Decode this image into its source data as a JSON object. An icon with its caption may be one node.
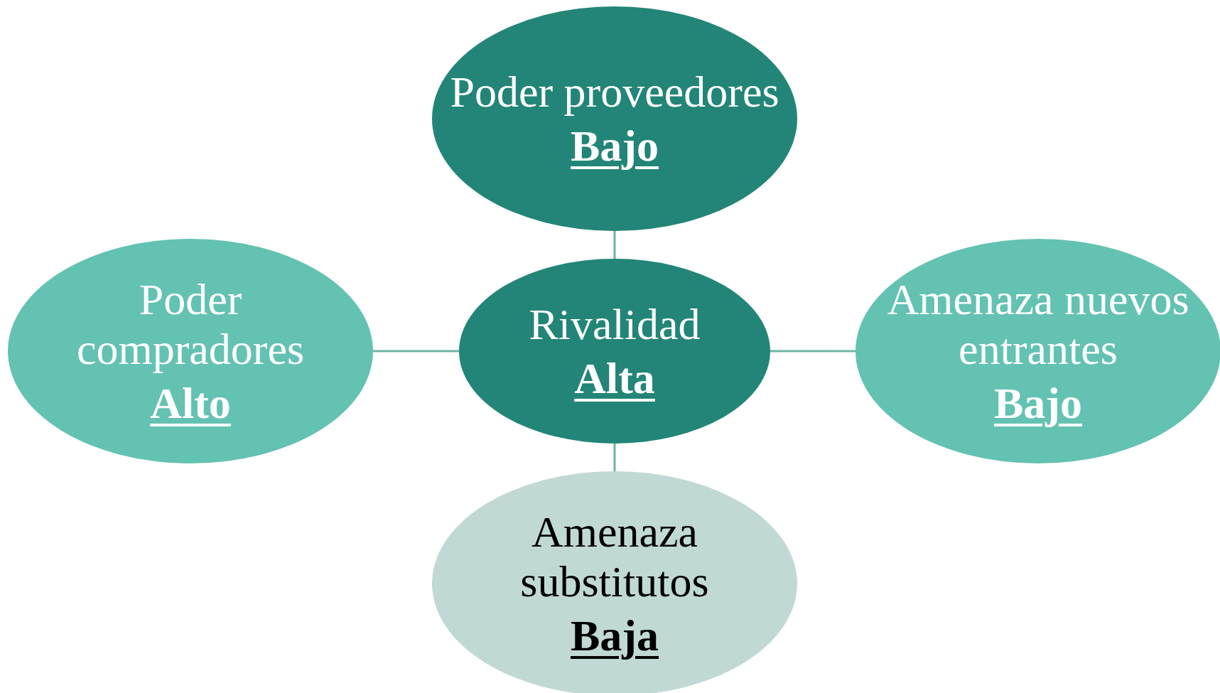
{
  "diagram": {
    "nodes": [
      {
        "text": [
          "Poder proveedores",
          "Bajo"
        ]
      },
      {
        "text": [
          "Poder compradores",
          "Alto"
        ]
      },
      {
        "text": [
          "Rivalidad",
          "Alta"
        ]
      },
      {
        "text": [
          "Amenaza nuevos entrantes",
          "Bajo"
        ]
      },
      {
        "text": [
          "Amenaza substitutos",
          "Baja"
        ]
      }
    ],
    "edges": [
      {
        "from": 2,
        "to": 0,
        "arrow": "none"
      },
      {
        "from": 2,
        "to": 1,
        "arrow": "none"
      },
      {
        "from": 2,
        "to": 3,
        "arrow": "none"
      },
      {
        "from": 2,
        "to": 4,
        "arrow": "none"
      }
    ]
  }
}
